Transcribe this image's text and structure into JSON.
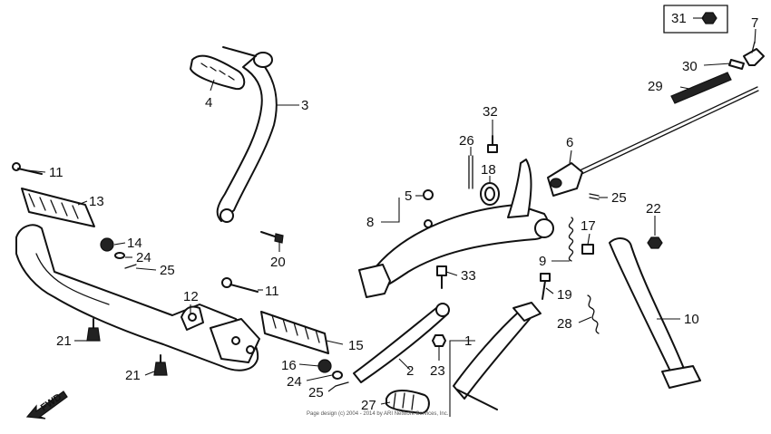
{
  "diagram": {
    "copyright": "Page design (c) 2004 - 2014 by ARI Network Services, Inc.",
    "fwd_label": "FWD",
    "callouts": [
      {
        "id": "c31",
        "label": "31"
      },
      {
        "id": "c7",
        "label": "7"
      },
      {
        "id": "c30",
        "label": "30"
      },
      {
        "id": "c29",
        "label": "29"
      },
      {
        "id": "c4",
        "label": "4"
      },
      {
        "id": "c3",
        "label": "3"
      },
      {
        "id": "c32",
        "label": "32"
      },
      {
        "id": "c26",
        "label": "26"
      },
      {
        "id": "c6",
        "label": "6"
      },
      {
        "id": "c18",
        "label": "18"
      },
      {
        "id": "c11a",
        "label": "11"
      },
      {
        "id": "c5",
        "label": "5"
      },
      {
        "id": "c25a",
        "label": "25"
      },
      {
        "id": "c13",
        "label": "13"
      },
      {
        "id": "c8",
        "label": "8"
      },
      {
        "id": "c22",
        "label": "22"
      },
      {
        "id": "c17",
        "label": "17"
      },
      {
        "id": "c14",
        "label": "14"
      },
      {
        "id": "c24a",
        "label": "24"
      },
      {
        "id": "c25b",
        "label": "25"
      },
      {
        "id": "c20",
        "label": "20"
      },
      {
        "id": "c9",
        "label": "9"
      },
      {
        "id": "c33",
        "label": "33"
      },
      {
        "id": "c11b",
        "label": "11"
      },
      {
        "id": "c19",
        "label": "19"
      },
      {
        "id": "c12",
        "label": "12"
      },
      {
        "id": "c10",
        "label": "10"
      },
      {
        "id": "c28",
        "label": "28"
      },
      {
        "id": "c21a",
        "label": "21"
      },
      {
        "id": "c1",
        "label": "1"
      },
      {
        "id": "c15",
        "label": "15"
      },
      {
        "id": "c23",
        "label": "23"
      },
      {
        "id": "c2",
        "label": "2"
      },
      {
        "id": "c16",
        "label": "16"
      },
      {
        "id": "c21b",
        "label": "21"
      },
      {
        "id": "c24b",
        "label": "24"
      },
      {
        "id": "c25c",
        "label": "25"
      },
      {
        "id": "c27",
        "label": "27"
      }
    ]
  }
}
